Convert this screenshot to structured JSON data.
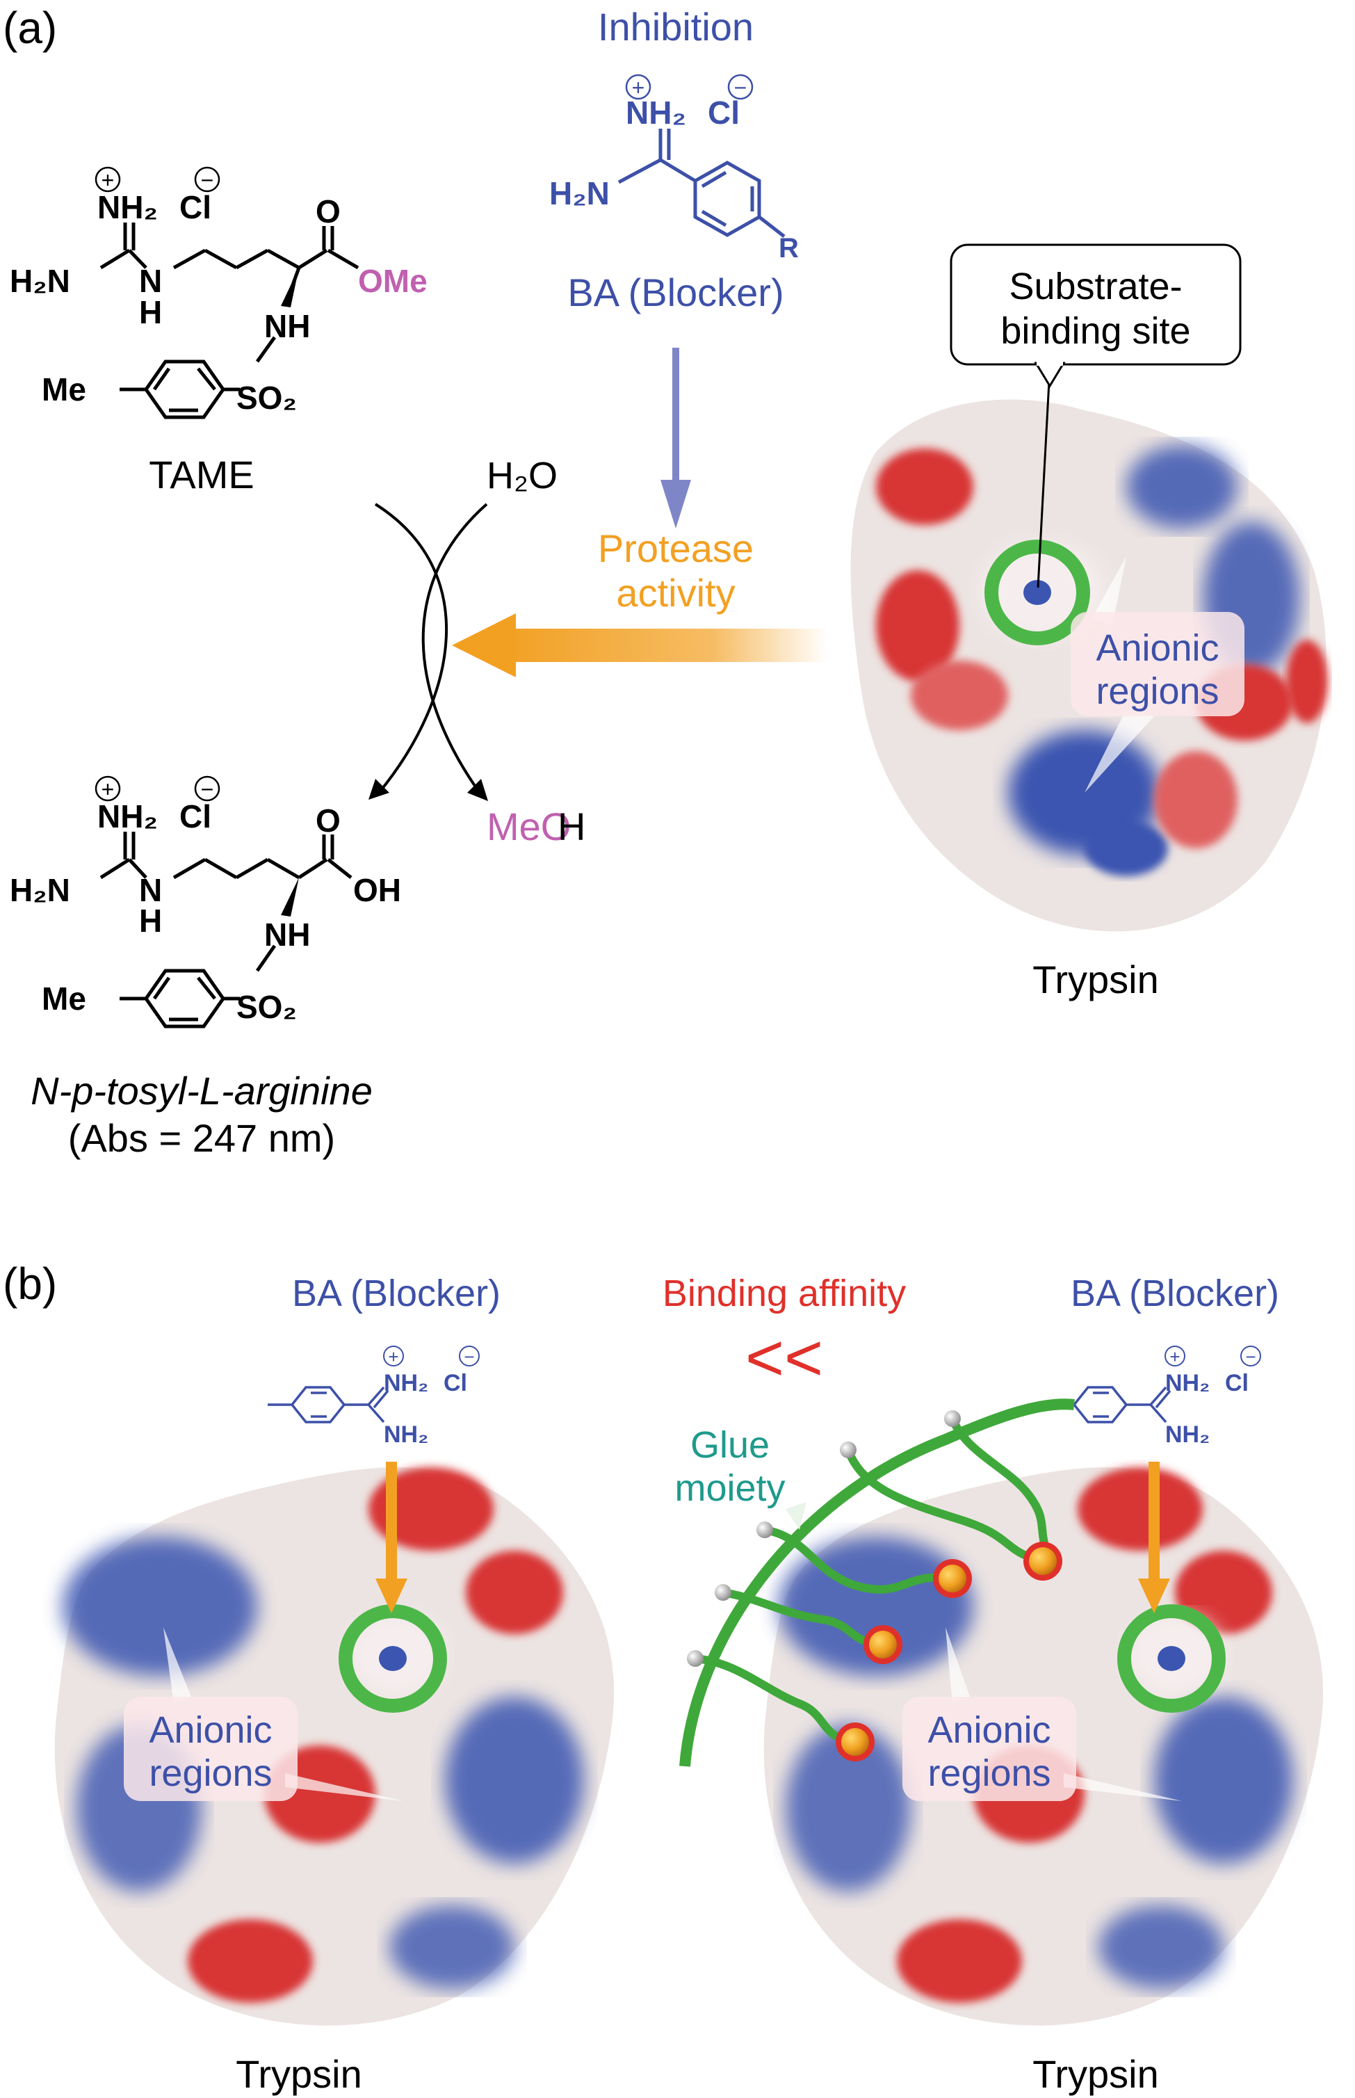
{
  "panel_a": {
    "label": "(a)",
    "inhibition_label": "Inhibition",
    "blocker_label": "BA (Blocker)",
    "tame_label": "TAME",
    "water_label": "H₂O",
    "methanol": {
      "me": "MeO",
      "h": "H"
    },
    "protease_line1": "Protease",
    "protease_line2": "activity",
    "product_line1": "N-p-tosyl-L-arginine",
    "product_line2": "(Abs = 247 nm)",
    "substrate_site_line1": "Substrate-",
    "substrate_site_line2": "binding site",
    "anionic_line1": "Anionic",
    "anionic_line2": "regions",
    "protein_label": "Trypsin"
  },
  "panel_b": {
    "label": "(b)",
    "blocker_left": "BA (Blocker)",
    "blocker_right": "BA (Blocker)",
    "binding_affinity": "Binding affinity",
    "much_less": "<<",
    "glue_line1": "Glue",
    "glue_line2": "moiety",
    "anionic_line1": "Anionic",
    "anionic_line2": "regions",
    "protein_left": "Trypsin",
    "protein_right": "Trypsin"
  },
  "chem": {
    "nh2": "NH₂",
    "cl": "Cl",
    "h2n": "H₂N",
    "nh": "NH",
    "h": "H",
    "n": "N",
    "o": "O",
    "ome": "OMe",
    "oh": "OH",
    "so2": "SO₂",
    "me": "Me",
    "r": "R",
    "plus": "+",
    "minus": "−"
  },
  "colors": {
    "blue_text": "#3d50a8",
    "orange": "#f2a022",
    "magenta": "#c060b0",
    "red_text": "#e0302a",
    "teal": "#1e9a8c",
    "green": "#4cb748",
    "protein_blue": "#3b55b0",
    "protein_red": "#d83434"
  }
}
